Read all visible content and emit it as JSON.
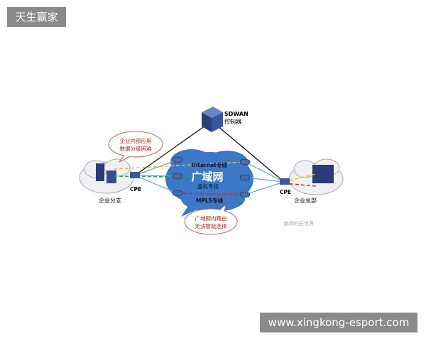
{
  "badges": {
    "top_left": "天生赢家",
    "bottom_right": "www.xingkong-esport.com"
  },
  "diagram": {
    "controller": {
      "line1": "SDWAN",
      "line2": "控制器"
    },
    "wan": {
      "title": "广域网",
      "internet": "Internet专线",
      "virtual": "虚拟专线",
      "mpls": "MPLS专线"
    },
    "branch": {
      "label": "企业分支",
      "cpe": "CPE"
    },
    "hq": {
      "label": "企业总部",
      "cpe": "CPE"
    },
    "bubble_left": {
      "line1": "企业内部应用",
      "line2": "数据分级困难"
    },
    "bubble_bottom": {
      "line1": "广域网内路由",
      "line2": "无法智能选择"
    },
    "watermark": "鹏炯的云世界",
    "colors": {
      "cloud": "#3c78c8",
      "internet": "#e8b830",
      "virtual": "#2a9a5a",
      "mpls": "#c83030",
      "bubble_text": "#b02020",
      "link": "#5aa8d8"
    }
  }
}
